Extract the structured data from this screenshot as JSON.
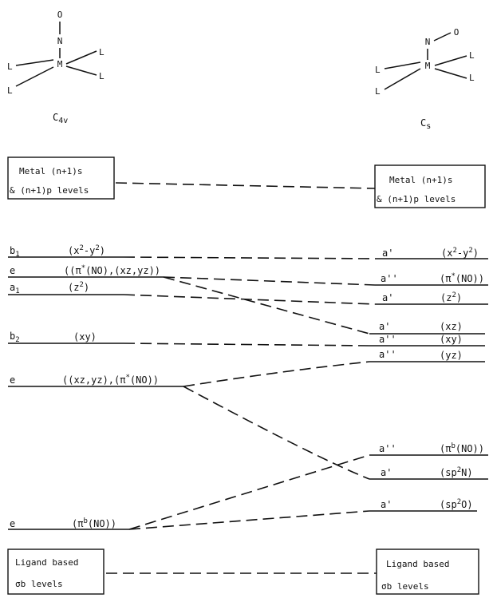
{
  "left_structure": {
    "atoms": {
      "top": "O",
      "mid": "N",
      "center": "M",
      "ligand": "L"
    },
    "label_main": "C",
    "label_sub": "4v"
  },
  "right_structure": {
    "atoms": {
      "o": "O",
      "n": "N",
      "center": "M",
      "ligand": "L"
    },
    "label_main": "C",
    "label_sub": "s"
  },
  "boxes": {
    "left_top": [
      "Metal (n+1)s",
      "& (n+1)p levels"
    ],
    "right_top": [
      "Metal (n+1)s",
      "& (n+1)p levels"
    ],
    "left_bottom": [
      "Ligand based",
      "σb levels"
    ],
    "right_bottom": [
      "Ligand based",
      "σb levels"
    ]
  },
  "left_levels": [
    {
      "sym": "b1",
      "orbital": "(x2-y2)"
    },
    {
      "sym": "e",
      "orbital": "((π*(NO),(xz,yz))"
    },
    {
      "sym": "a1",
      "orbital": "(z2)"
    },
    {
      "sym": "b2",
      "orbital": "(xy)"
    },
    {
      "sym": "e",
      "orbital": "((xz,yz),(π*(NO))"
    },
    {
      "sym": "e",
      "orbital": "(πb(NO))"
    }
  ],
  "right_levels": [
    {
      "sym": "a'",
      "orbital": "(x2-y2)"
    },
    {
      "sym": "a''",
      "orbital": "(π*(NO))"
    },
    {
      "sym": "a'",
      "orbital": "(z2)"
    },
    {
      "sym": "a'",
      "orbital": "(xz)"
    },
    {
      "sym": "a''",
      "orbital": "(xy)"
    },
    {
      "sym": "a''",
      "orbital": "(yz)"
    },
    {
      "sym": "a''",
      "orbital": "(πb(NO))"
    },
    {
      "sym": "a'",
      "orbital": "(sp2N)"
    },
    {
      "sym": "a'",
      "orbital": "(sp2O)"
    }
  ]
}
